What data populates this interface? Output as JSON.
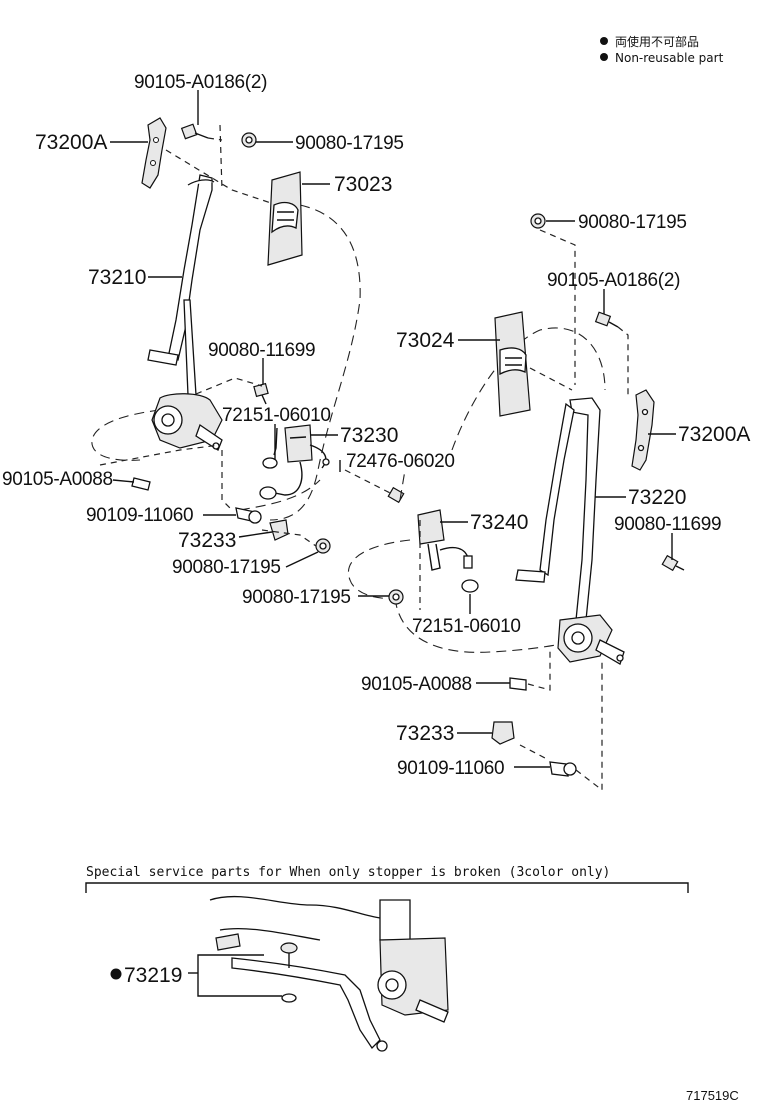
{
  "legend": {
    "line1": "両使用不可部品",
    "line2": "Non-reusable part"
  },
  "labels": {
    "l_90105_a0186_left": "90105-A0186(2)",
    "l_73200a_left": "73200A",
    "l_90080_17195_top_left": "90080-17195",
    "l_73023": "73023",
    "l_73210": "73210",
    "l_90080_11699_left": "90080-11699",
    "l_72151_06010_left": "72151-06010",
    "l_73230": "73230",
    "l_72476_06020": "72476-06020",
    "l_90105_a0088_left": "90105-A0088",
    "l_90109_11060_left": "90109-11060",
    "l_73233_left": "73233",
    "l_90080_17195_mid_left": "90080-17195",
    "l_90080_17195_top_right": "90080-17195",
    "l_90105_a0186_right": "90105-A0186(2)",
    "l_73024": "73024",
    "l_73200a_right": "73200A",
    "l_73220": "73220",
    "l_73240": "73240",
    "l_90080_11699_right": "90080-11699",
    "l_90080_17195_center": "90080-17195",
    "l_72151_06010_right": "72151-06010",
    "l_90105_a0088_right": "90105-A0088",
    "l_73233_right": "73233",
    "l_90109_11060_right": "90109-11060"
  },
  "inset": {
    "caption": "Special  service  parts  for  When  only  stopper  is  broken  (3color  only)",
    "part_number": "73219"
  },
  "figure_id": "717519C",
  "colors": {
    "ink": "#111111",
    "background": "#ffffff"
  }
}
